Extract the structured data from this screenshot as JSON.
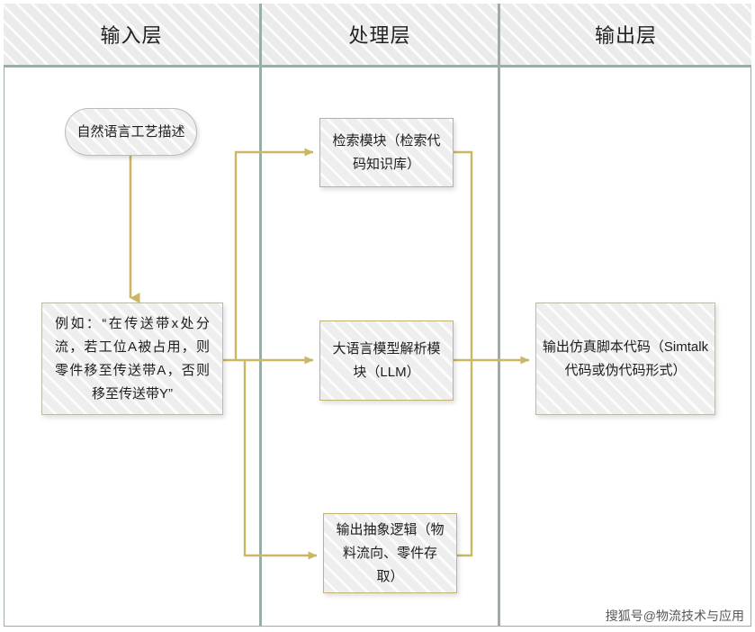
{
  "diagram": {
    "type": "swimlane-flowchart",
    "colors": {
      "lane_border": "#9aada8",
      "header_fill": "#ebebeb",
      "node_fill": "#eeeeee",
      "connector": "#c9b766",
      "tan_border": "#c3b276",
      "gray_border": "#b6bdb9"
    }
  },
  "lanes": [
    {
      "id": "input",
      "title": "输入层"
    },
    {
      "id": "process",
      "title": "处理层"
    },
    {
      "id": "output",
      "title": "输出层"
    }
  ],
  "nodes": {
    "nl_desc": {
      "label": "自然语言工艺描述",
      "lane": "input",
      "shape": "rounded"
    },
    "example": {
      "label": "例如：“在传送带x处分流，若工位A被占用，则零件移至传送带A，否则移至传送带Y”",
      "lane": "input",
      "shape": "rect"
    },
    "retrieval": {
      "label": "检索模块（检索代码知识库）",
      "lane": "process",
      "shape": "rect"
    },
    "llm": {
      "label": "大语言模型解析模块（LLM）",
      "lane": "process",
      "shape": "rect"
    },
    "abstract": {
      "label": "输出抽象逻辑（物料流向、零件存取）",
      "lane": "process",
      "shape": "rect"
    },
    "output": {
      "label": "输出仿真脚本代码（Simtalk 代码或伪代码形式）",
      "lane": "output",
      "shape": "rect"
    }
  },
  "edges": [
    {
      "from": "nl_desc",
      "to": "example",
      "style": "straight-down"
    },
    {
      "from": "example",
      "to": "retrieval",
      "style": "elbow-up-right"
    },
    {
      "from": "example",
      "to": "llm",
      "style": "straight-right"
    },
    {
      "from": "example",
      "to": "abstract",
      "style": "elbow-down-right"
    },
    {
      "from": "retrieval",
      "to": "output",
      "style": "elbow-right-down"
    },
    {
      "from": "llm",
      "to": "output",
      "style": "straight-right"
    },
    {
      "from": "abstract",
      "to": "output",
      "style": "elbow-right-up"
    }
  ],
  "watermark": {
    "text": "搜狐号@物流技术与应用"
  }
}
